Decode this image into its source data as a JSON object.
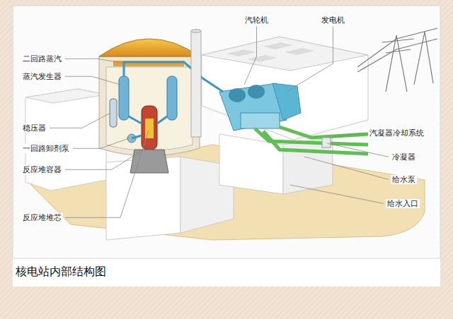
{
  "diagram": {
    "caption": "核电站内部结构图",
    "labels": [
      "汽轮机",
      "发电机",
      "二回路蒸汽",
      "蒸汽发生器",
      "稳压器",
      "一回路卸剂泵",
      "反应堆容器",
      "反应堆堆芯",
      "汽凝器冷却系统",
      "冷凝器",
      "给水泵",
      "给水入口"
    ]
  }
}
